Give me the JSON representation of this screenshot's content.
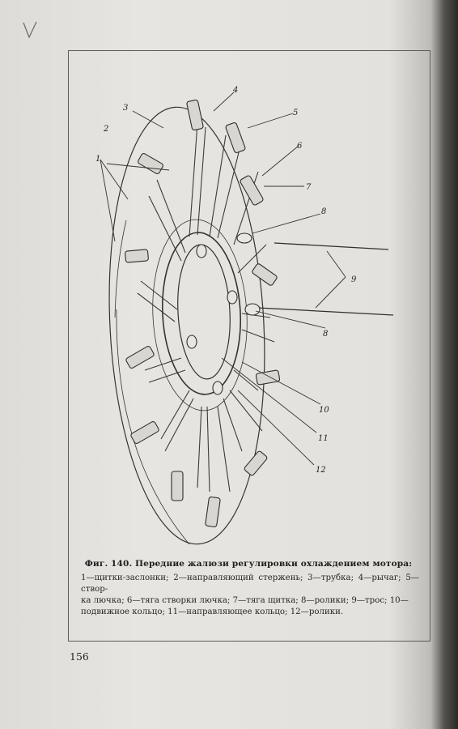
{
  "figure": {
    "labels": [
      "1",
      "2",
      "3",
      "4",
      "5",
      "6",
      "7",
      "8",
      "8",
      "9",
      "10",
      "11",
      "12"
    ]
  },
  "caption": {
    "title": "Фиг. 140. Передние жалюзи регулировки охлаждением мотора:",
    "lines": [
      "1—щитки-заслонки; 2—направляющий стержень; 3—трубка; 4—рычаг; 5—створ-",
      "ка лючка; 6—тяга створки лючка; 7—тяга щитка; 8—ролики; 9—трос; 10—",
      "подвижное кольцо; 11—направляющее кольцо; 12—ролики."
    ]
  },
  "page_number": "156"
}
